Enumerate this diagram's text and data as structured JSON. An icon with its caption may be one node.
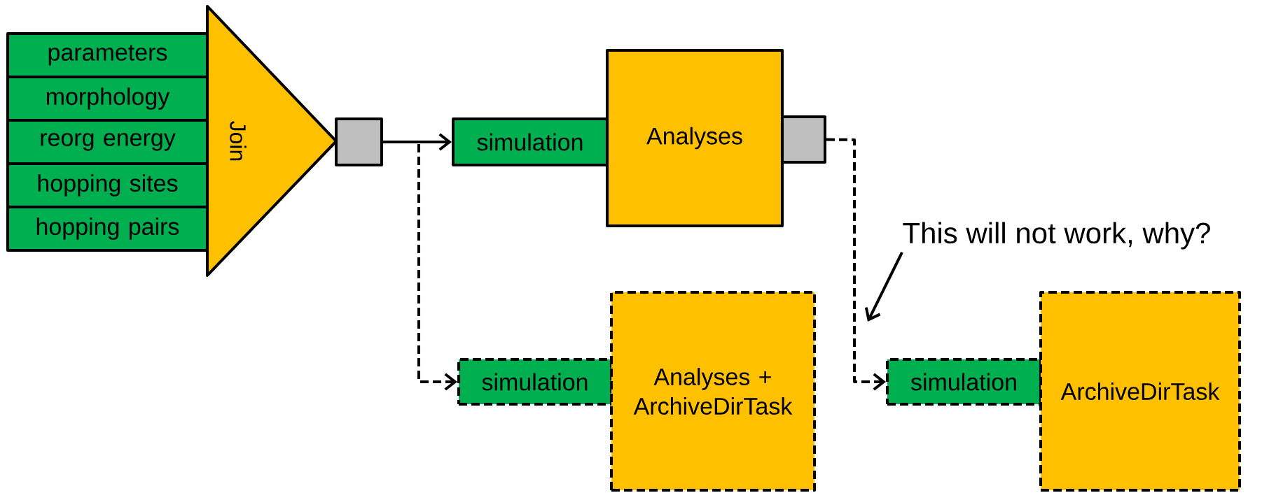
{
  "diagram": {
    "nodes": [
      {
        "text": [
          "parameters"
        ]
      },
      {
        "text": [
          "morphology"
        ]
      },
      {
        "text": [
          "reorg energy"
        ]
      },
      {
        "text": [
          "hopping sites"
        ]
      },
      {
        "text": [
          "hopping pairs"
        ]
      },
      {
        "text": [
          "Join"
        ]
      },
      {
        "text": [],
        "shape": "box"
      },
      {
        "text": [
          "simulation"
        ]
      },
      {
        "text": [
          "Analyses"
        ]
      },
      {
        "text": [],
        "shape": "box"
      },
      {
        "text": [
          "simulation"
        ]
      },
      {
        "text": [
          "Analyses + ArchiveDirTask"
        ]
      },
      {
        "text": [
          "simulation"
        ]
      },
      {
        "text": [
          "ArchiveDirTask"
        ]
      },
      {
        "text": [
          "This will not work, why?"
        ]
      }
    ],
    "edges": [
      {
        "from": 6,
        "to": 7,
        "arrow": "to"
      },
      {
        "from": 6,
        "to": 10,
        "arrow": "to",
        "style": "dashed"
      },
      {
        "from": 9,
        "to": 12,
        "arrow": "to",
        "style": "dashed"
      },
      {
        "from": 14,
        "to": null,
        "arrow": "to"
      }
    ]
  }
}
